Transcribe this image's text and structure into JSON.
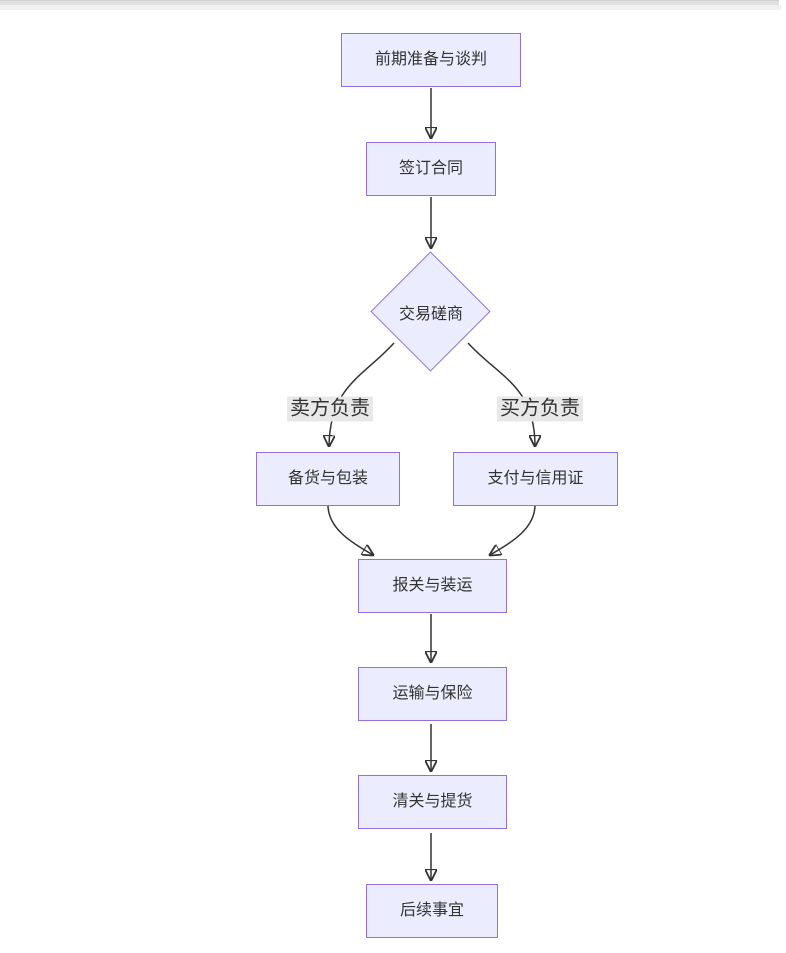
{
  "flowchart": {
    "nodes": [
      {
        "id": "prep",
        "shape": "rect",
        "label": "前期准备与谈判"
      },
      {
        "id": "contract",
        "shape": "rect",
        "label": "签订合同"
      },
      {
        "id": "negotiation",
        "shape": "diamond",
        "label": "交易磋商"
      },
      {
        "id": "stock",
        "shape": "rect",
        "label": "备货与包装"
      },
      {
        "id": "payment",
        "shape": "rect",
        "label": "支付与信用证"
      },
      {
        "id": "customs",
        "shape": "rect",
        "label": "报关与装运"
      },
      {
        "id": "transport",
        "shape": "rect",
        "label": "运输与保险"
      },
      {
        "id": "clearance",
        "shape": "rect",
        "label": "清关与提货"
      },
      {
        "id": "followup",
        "shape": "rect",
        "label": "后续事宜"
      }
    ],
    "edges": [
      {
        "from": "prep",
        "to": "contract",
        "label": ""
      },
      {
        "from": "contract",
        "to": "negotiation",
        "label": ""
      },
      {
        "from": "negotiation",
        "to": "stock",
        "label": "卖方负责"
      },
      {
        "from": "negotiation",
        "to": "payment",
        "label": "买方负责"
      },
      {
        "from": "stock",
        "to": "customs",
        "label": ""
      },
      {
        "from": "payment",
        "to": "customs",
        "label": ""
      },
      {
        "from": "customs",
        "to": "transport",
        "label": ""
      },
      {
        "from": "transport",
        "to": "clearance",
        "label": ""
      },
      {
        "from": "clearance",
        "to": "followup",
        "label": ""
      }
    ],
    "colors": {
      "node_fill": "#ECECFF",
      "node_border": "#9370DB",
      "edge_line": "#333333",
      "edge_label_bg": "#e8e8e8",
      "text": "#333333"
    }
  }
}
